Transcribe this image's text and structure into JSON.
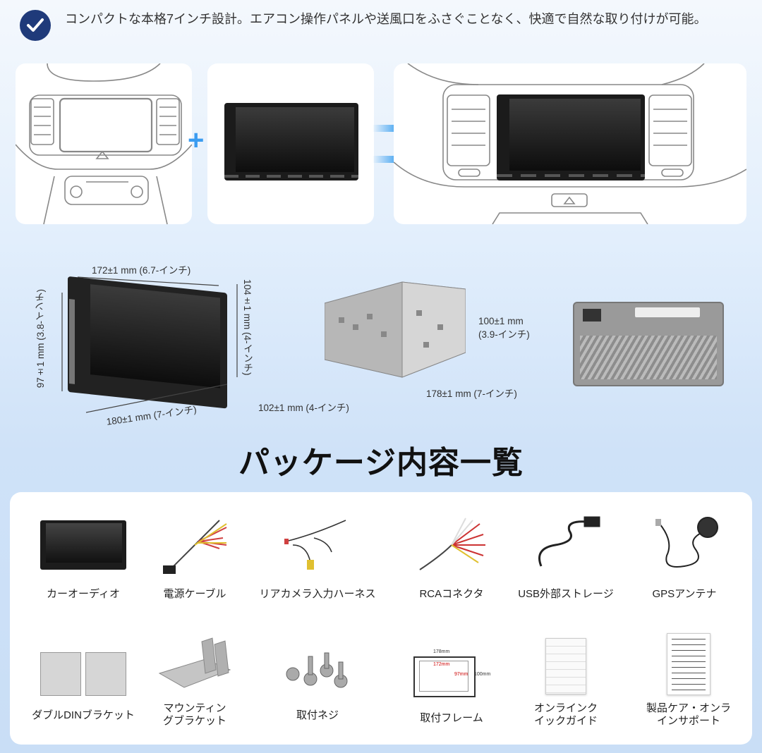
{
  "header": {
    "text": "コンパクトな本格7インチ設計。エアコン操作パネルや送風口をふさぐことなく、快適で自然な取り付けが可能。"
  },
  "dimensions": {
    "front_width": "172±1 mm (6.7-インチ)",
    "front_height_right": "104±1 mm (4-インチ)",
    "front_height_left": "97±1 mm (3.8-インチ)",
    "front_bottom": "180±1 mm (7-インチ)",
    "chassis_height": "100±1 mm\n(3.9-インチ)",
    "chassis_width": "102±1 mm (4-インチ)",
    "chassis_depth": "178±1 mm (7-インチ)"
  },
  "section_title": "パッケージ内容一覧",
  "package": {
    "row1": [
      "カーオーディオ",
      "電源ケーブル",
      "リアカメラ入力ハーネス",
      "RCAコネクタ",
      "USB外部ストレージ",
      "GPSアンテナ"
    ],
    "row2": [
      "ダブルDINブラケット",
      "マウンティン\nグブラケット",
      "取付ネジ",
      "取付フレーム",
      "オンラインク\nイックガイド",
      "製品ケア・オンラ\nインサポート"
    ]
  },
  "frame_labels": {
    "outer": "178mm",
    "inner": "172mm",
    "h_inner": "97mm",
    "h_outer": "100mm"
  },
  "colors": {
    "accent": "#3ba0f0",
    "check_badge": "#1f3a7a"
  }
}
